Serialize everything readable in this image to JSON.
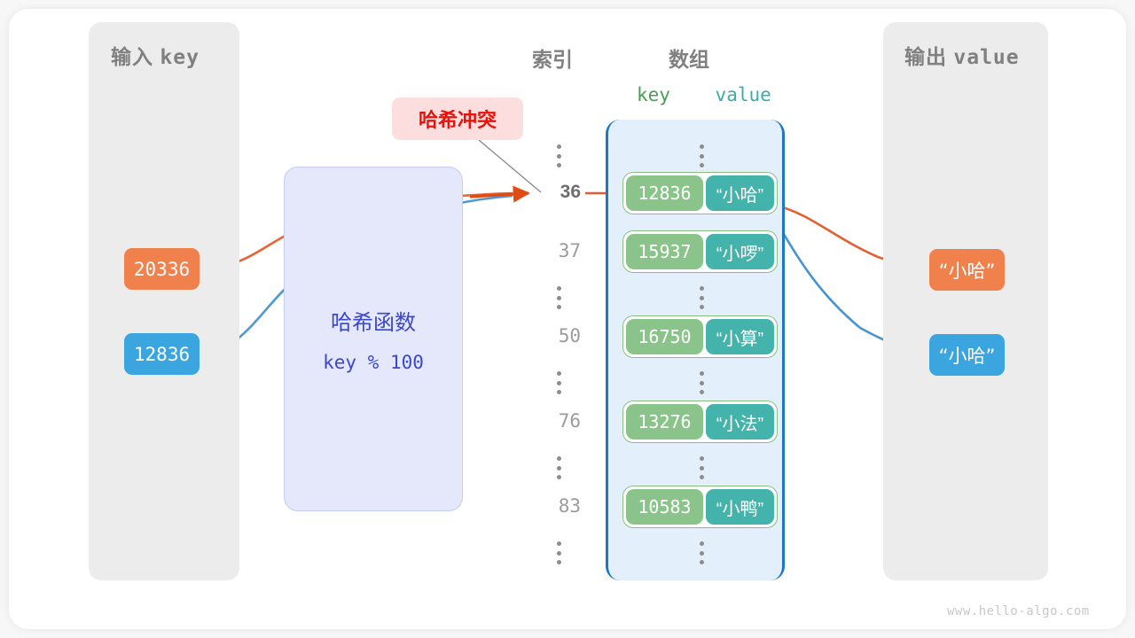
{
  "watermark": "www.hello-algo.com",
  "colors": {
    "orange": "#f0814c",
    "blue": "#3ba5e0",
    "key_green": "#8bc48a",
    "value_teal": "#43b3ab",
    "array_fill": "#e3f0fb",
    "array_border": "#1f77c4",
    "hash_fill": "#e4e8fa",
    "hash_text": "#3b47cc",
    "panel_fill": "#ececec",
    "badge_fill": "#fbdedd",
    "badge_text": "#e8120c"
  },
  "input_panel": {
    "title_cn": "输入",
    "title_mono": "key",
    "keys": [
      {
        "text": "20336",
        "color": "orange"
      },
      {
        "text": "12836",
        "color": "blue"
      }
    ]
  },
  "hash_function": {
    "title": "哈希函数",
    "expression": "key % 100"
  },
  "collision_badge": {
    "label": "哈希冲突"
  },
  "array_section": {
    "index_header": "索引",
    "array_header": "数组",
    "key_header": "key",
    "value_header": "value",
    "rows": [
      {
        "kind": "dots"
      },
      {
        "kind": "entry",
        "index": "36",
        "key": "12836",
        "value": "“小哈”",
        "highlight": true
      },
      {
        "kind": "entry",
        "index": "37",
        "key": "15937",
        "value": "“小啰”",
        "highlight": false
      },
      {
        "kind": "dots"
      },
      {
        "kind": "entry",
        "index": "50",
        "key": "16750",
        "value": "“小算”",
        "highlight": false
      },
      {
        "kind": "dots"
      },
      {
        "kind": "entry",
        "index": "76",
        "key": "13276",
        "value": "“小法”",
        "highlight": false
      },
      {
        "kind": "dots"
      },
      {
        "kind": "entry",
        "index": "83",
        "key": "10583",
        "value": "“小鸭”",
        "highlight": false
      },
      {
        "kind": "dots"
      }
    ]
  },
  "output_panel": {
    "title_cn": "输出",
    "title_mono": "value",
    "values": [
      {
        "text": "“小哈”",
        "color": "orange"
      },
      {
        "text": "“小哈”",
        "color": "blue"
      }
    ]
  }
}
